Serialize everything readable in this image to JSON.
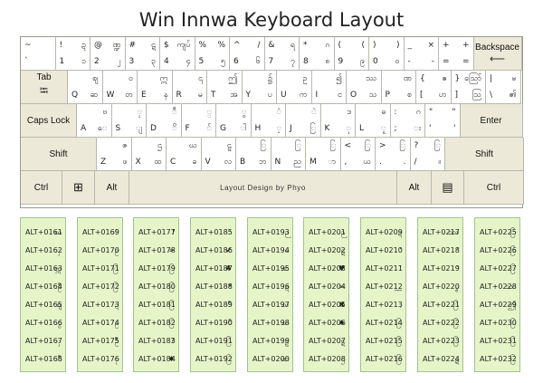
{
  "title": "Win Innwa Keyboard Layout",
  "rows": [
    [
      {
        "tl": "~",
        "bl": "`",
        "tr": "",
        "br": ""
      },
      {
        "tl": "!",
        "bl": "1",
        "tr": "ဍ",
        "br": "၁"
      },
      {
        "tl": "@",
        "bl": "2",
        "tr": "ဏ္ဍ",
        "br": "၂"
      },
      {
        "tl": "#",
        "bl": "3",
        "tr": "ဋ",
        "br": "၃"
      },
      {
        "tl": "$",
        "bl": "4",
        "tr": "ကျပ်",
        "br": "၄"
      },
      {
        "tl": "%",
        "bl": "5",
        "tr": "%",
        "br": "၅"
      },
      {
        "tl": "^",
        "bl": "6",
        "tr": "/",
        "br": "၆"
      },
      {
        "tl": "&",
        "bl": "7",
        "tr": "ရ",
        "br": "၇"
      },
      {
        "tl": "*",
        "bl": "8",
        "tr": "ဂ",
        "br": "၈"
      },
      {
        "tl": "(",
        "bl": "9",
        "tr": "(",
        "br": "၉"
      },
      {
        "tl": ")",
        "bl": "0",
        "tr": ")",
        "br": "၀"
      },
      {
        "tl": "_",
        "bl": "-",
        "tr": "×",
        "br": "-"
      },
      {
        "tl": "+",
        "bl": "=",
        "tr": "+",
        "br": "="
      },
      {
        "label": "Backspace",
        "icon": "⟵"
      }
    ],
    [
      {
        "label": "Tab",
        "icon": "⭾"
      },
      {
        "tl": "",
        "bl": "Q",
        "tr": "ဈ",
        "br": "ဆ"
      },
      {
        "tl": "",
        "bl": "W",
        "tr": "ဝ",
        "br": "တ"
      },
      {
        "tl": "",
        "bl": "E",
        "tr": "ဣ",
        "br": "န"
      },
      {
        "tl": "",
        "bl": "R",
        "tr": "၎",
        "br": "မ"
      },
      {
        "tl": "",
        "bl": "T",
        "tr": "ဤ",
        "br": "အ"
      },
      {
        "tl": "",
        "bl": "Y",
        "tr": "၌",
        "br": "ပ"
      },
      {
        "tl": "",
        "bl": "U",
        "tr": "ဥ",
        "br": "က"
      },
      {
        "tl": "",
        "bl": "I",
        "tr": "၍",
        "br": "င"
      },
      {
        "tl": "",
        "bl": "O",
        "tr": "ဿ",
        "br": "သ"
      },
      {
        "tl": "",
        "bl": "P",
        "tr": "ဏ",
        "br": "စ"
      },
      {
        "tl": "{",
        "bl": "[",
        "tr": "ဧ",
        "br": "ဟ"
      },
      {
        "tl": "}",
        "bl": "]",
        "tr": "ဪ",
        "br": "ဩ"
      },
      {
        "tl": "|",
        "bl": "\\",
        "tr": "ၑ",
        "br": "၏"
      }
    ],
    [
      {
        "label": "Caps Lock"
      },
      {
        "tl": "",
        "bl": "A",
        "tr": "ဗ",
        "br": "ေ"
      },
      {
        "tl": "",
        "bl": "S",
        "tr": "ှ",
        "br": "ျ"
      },
      {
        "tl": "",
        "bl": "D",
        "tr": "ီ",
        "br": "ိ"
      },
      {
        "tl": "",
        "bl": "F",
        "tr": "္",
        "br": "်"
      },
      {
        "tl": "",
        "bl": "G",
        "tr": "ွ",
        "br": "ါ"
      },
      {
        "tl": "",
        "bl": "H",
        "tr": "ံ",
        "br": "့"
      },
      {
        "tl": "",
        "bl": "J",
        "tr": "ဲ",
        "br": "ြ"
      },
      {
        "tl": "",
        "bl": "K",
        "tr": "ဒ",
        "br": "ု"
      },
      {
        "tl": "",
        "bl": "L",
        "tr": "ဓ",
        "br": "ူ"
      },
      {
        "tl": ":",
        "bl": ";",
        "tr": "ဂ",
        "br": "း"
      },
      {
        "tl": "\"",
        "bl": "'",
        "tr": "\"",
        "br": "'"
      },
      {
        "label": "Enter"
      }
    ],
    [
      {
        "label": "Shift"
      },
      {
        "tl": "",
        "bl": "Z",
        "tr": "ဇ",
        "br": "ဖ"
      },
      {
        "tl": "",
        "bl": "X",
        "tr": "ဌ",
        "br": "ထ"
      },
      {
        "tl": "",
        "bl": "C",
        "tr": "ဃ",
        "br": "ခ"
      },
      {
        "tl": "",
        "bl": "V",
        "tr": "ဠ",
        "br": "လ"
      },
      {
        "tl": "",
        "bl": "B",
        "tr": "ြ",
        "br": "ဘ"
      },
      {
        "tl": "",
        "bl": "N",
        "tr": "ြ",
        "br": "ည"
      },
      {
        "tl": "",
        "bl": "M",
        "tr": "ြ",
        "br": "ာ"
      },
      {
        "tl": "<",
        "bl": ",",
        "tr": "ြ",
        "br": "ယ"
      },
      {
        "tl": ">",
        "bl": ".",
        "tr": "ြ",
        "br": "."
      },
      {
        "tl": "?",
        "bl": "/",
        "tr": "ြ",
        "br": "။"
      },
      {
        "label": "Shift"
      }
    ],
    [
      {
        "label": "Ctrl"
      },
      {
        "icon": "⊞"
      },
      {
        "label": "Alt"
      },
      {
        "label": "Layout Design by Phyo"
      },
      {
        "label": "Alt"
      },
      {
        "icon": "▤"
      },
      {
        "label": "Ctrl"
      }
    ]
  ],
  "panels": [
    [
      {
        "code": "ALT+0161",
        "sym": "ဃ"
      },
      {
        "code": "ALT+0162",
        "sym": "ှ"
      },
      {
        "code": "ALT+0163",
        "sym": "ဣ"
      },
      {
        "code": "ALT+0164",
        "sym": "ဦ"
      },
      {
        "code": "ALT+0165",
        "sym": "ဈ"
      },
      {
        "code": "ALT+0166",
        "sym": "ွ"
      },
      {
        "code": "ALT+0167",
        "sym": "ှ"
      },
      {
        "code": "ALT+0168",
        "sym": "ီ"
      }
    ],
    [
      {
        "code": "ALT+0169",
        "sym": "ံ"
      },
      {
        "code": "ALT+0170",
        "sym": "ဥ"
      },
      {
        "code": "ALT+0171",
        "sym": "ြ"
      },
      {
        "code": "ALT+0172",
        "sym": "ြ"
      },
      {
        "code": "ALT+0173",
        "sym": "ဍ"
      },
      {
        "code": "ALT+0174",
        "sym": "ဥ"
      },
      {
        "code": "ALT+0175",
        "sym": "ဦ"
      },
      {
        "code": "ALT+0176",
        "sym": "ု"
      }
    ],
    [
      {
        "code": "ALT+0177",
        "sym": "!"
      },
      {
        "code": "ALT+0178",
        "sym": "➢"
      },
      {
        "code": "ALT+0179",
        "sym": "ြ"
      },
      {
        "code": "ALT+0180",
        "sym": "ြ"
      },
      {
        "code": "ALT+0181",
        "sym": "ြ"
      },
      {
        "code": "ALT+0182",
        "sym": "ြ"
      },
      {
        "code": "ALT+0183",
        "sym": "?"
      },
      {
        "code": "ALT+0184",
        "sym": "♦"
      }
    ],
    [
      {
        "code": "ALT+0185",
        "sym": "ဲ"
      },
      {
        "code": "ALT+0186",
        "sym": "✔"
      },
      {
        "code": "ALT+0187",
        "sym": "♣"
      },
      {
        "code": "ALT+0188",
        "sym": "*"
      },
      {
        "code": "ALT+0189",
        "sym": "ီ"
      },
      {
        "code": "ALT+0190",
        "sym": "ိ"
      },
      {
        "code": "ALT+0191",
        "sym": "ြ"
      },
      {
        "code": "ALT+0192",
        "sym": "ြ"
      }
    ],
    [
      {
        "code": "ALT+0193",
        "sym": "ဉ"
      },
      {
        "code": "ALT+0194",
        "sym": "ဎ"
      },
      {
        "code": "ALT+0195",
        "sym": "ဏ"
      },
      {
        "code": "ALT+0196",
        "sym": "ဍ"
      },
      {
        "code": "ALT+0197",
        "sym": "ဃ"
      },
      {
        "code": "ALT+0198",
        "sym": "ဃ"
      },
      {
        "code": "ALT+0199",
        "sym": "ဠ"
      },
      {
        "code": "ALT+0200",
        "sym": "ဏ"
      }
    ],
    [
      {
        "code": "ALT+0201",
        "sym": "ဉ"
      },
      {
        "code": "ALT+0202",
        "sym": "ဋ"
      },
      {
        "code": "ALT+0203",
        "sym": "♥"
      },
      {
        "code": "ALT+0204",
        "sym": "➢"
      },
      {
        "code": "ALT+0205",
        "sym": "✖"
      },
      {
        "code": "ALT+0206",
        "sym": "♠"
      },
      {
        "code": "ALT+0207",
        "sym": "ဋ"
      },
      {
        "code": "ALT+0208",
        "sym": "ဌ"
      }
    ],
    [
      {
        "code": "ALT+0209",
        "sym": "ဍ"
      },
      {
        "code": "ALT+0210",
        "sym": "ʻ"
      },
      {
        "code": "ALT+0211",
        "sym": "ʻ"
      },
      {
        "code": "ALT+0212",
        "sym": "__"
      },
      {
        "code": "ALT+0213",
        "sym": "ˌ"
      },
      {
        "code": "ALT+0214",
        "sym": "ြ"
      },
      {
        "code": "ALT+0215",
        "sym": "ြ"
      },
      {
        "code": "ALT+0216",
        "sym": "ြ"
      }
    ],
    [
      {
        "code": "ALT+0217",
        "sym": "ဿ"
      },
      {
        "code": "ALT+0218",
        "sym": "ʼ"
      },
      {
        "code": "ALT+0219",
        "sym": "ʼ"
      },
      {
        "code": "ALT+0220",
        "sym": "ၘ"
      },
      {
        "code": "ALT+0221",
        "sym": "ြ"
      },
      {
        "code": "ALT+0222",
        "sym": "ြ"
      },
      {
        "code": "ALT+0223",
        "sym": "ြ"
      },
      {
        "code": "ALT+0224",
        "sym": "ဋ"
      }
    ],
    [
      {
        "code": "ALT+0225",
        "sym": "ြ"
      },
      {
        "code": "ALT+0226",
        "sym": "ြ"
      },
      {
        "code": "ALT+0227",
        "sym": "ြ"
      },
      {
        "code": "ALT+0228",
        "sym": "ဿ"
      },
      {
        "code": "ALT+0229",
        "sym": "ဤ"
      },
      {
        "code": "ALT+0230",
        "sym": "ြ"
      },
      {
        "code": "ALT+0231",
        "sym": "ြ"
      },
      {
        "code": "ALT+0232",
        "sym": "ြ"
      }
    ]
  ]
}
